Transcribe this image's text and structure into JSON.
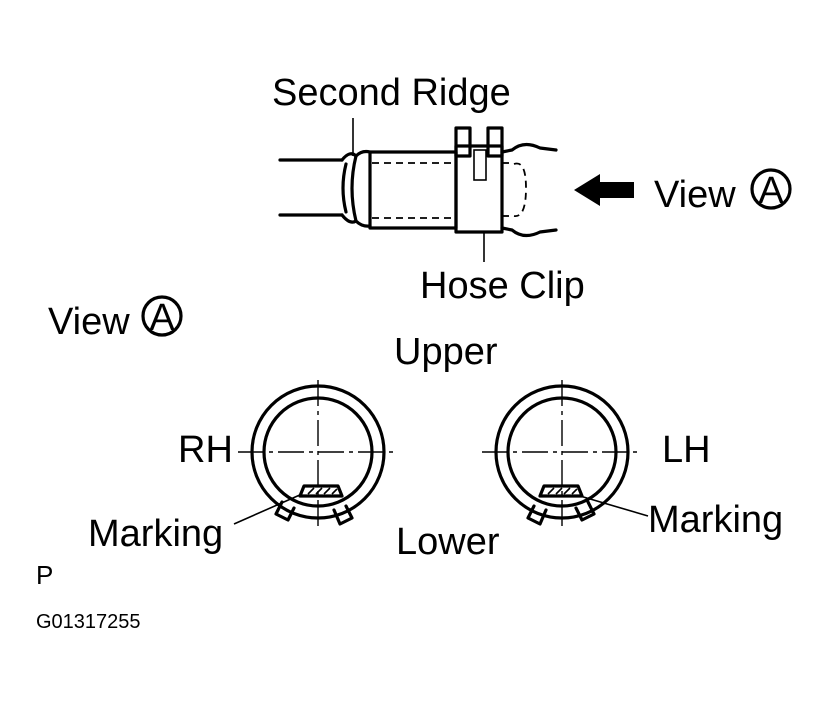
{
  "labels": {
    "second_ridge": "Second Ridge",
    "hose_clip": "Hose Clip",
    "view_word": "View",
    "view_letter": "A",
    "upper": "Upper",
    "lower": "Lower",
    "rh": "RH",
    "lh": "LH",
    "marking": "Marking",
    "page_letter": "P",
    "figure_code": "G01317255"
  }
}
